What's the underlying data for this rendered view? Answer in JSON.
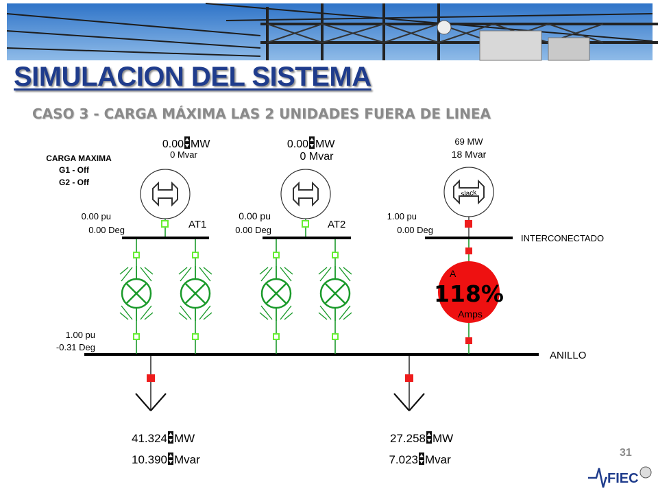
{
  "slide": {
    "title": "SIMULACION DEL SISTEMA",
    "subtitle": "CASO 3 - CARGA MÁXIMA LAS 2 UNIDADES FUERA DE LINEA",
    "number": "31",
    "logo_text": "FIEC"
  },
  "legend": {
    "line1": "CARGA MAXIMA",
    "line2": "G1 - Off",
    "line3": "G2 - Off"
  },
  "generators": [
    {
      "mw": "0.00",
      "mw_unit": "MW",
      "mvar": "0 Mvar"
    },
    {
      "mw": "0.00",
      "mw_unit": "MW",
      "mvar": "0 Mvar"
    },
    {
      "mw": "69 MW",
      "mvar": "18 Mvar",
      "label": "slack"
    }
  ],
  "buses": {
    "at1": {
      "name": "AT1",
      "pu": "0.00 pu",
      "deg": "0.00 Deg"
    },
    "at2": {
      "name": "AT2",
      "pu": "0.00 pu",
      "deg": "0.00 Deg"
    },
    "interconectado": {
      "name": "INTERCONECTADO",
      "pu": "1.00 pu",
      "deg": "0.00 Deg"
    },
    "anillo": {
      "name": "ANILLO",
      "pu": "1.00 pu",
      "deg": "-0.31 Deg"
    }
  },
  "line_flow": {
    "letter": "A",
    "percent": "118%",
    "unit": "Amps"
  },
  "loads": [
    {
      "mw": "41.324",
      "mw_unit": "MW",
      "mvar": "10.390",
      "mvar_unit": "Mvar"
    },
    {
      "mw": "27.258",
      "mw_unit": "MW",
      "mvar": "7.023",
      "mvar_unit": "Mvar"
    }
  ],
  "colors": {
    "title": "#1f3c8c",
    "subtitle": "#8a8a8a",
    "transformer_green": "#1a9a2a",
    "breaker_closed": "#ee1c1c",
    "breaker_open": "#66ee33",
    "overload": "#ee1111",
    "bus": "#000000"
  }
}
